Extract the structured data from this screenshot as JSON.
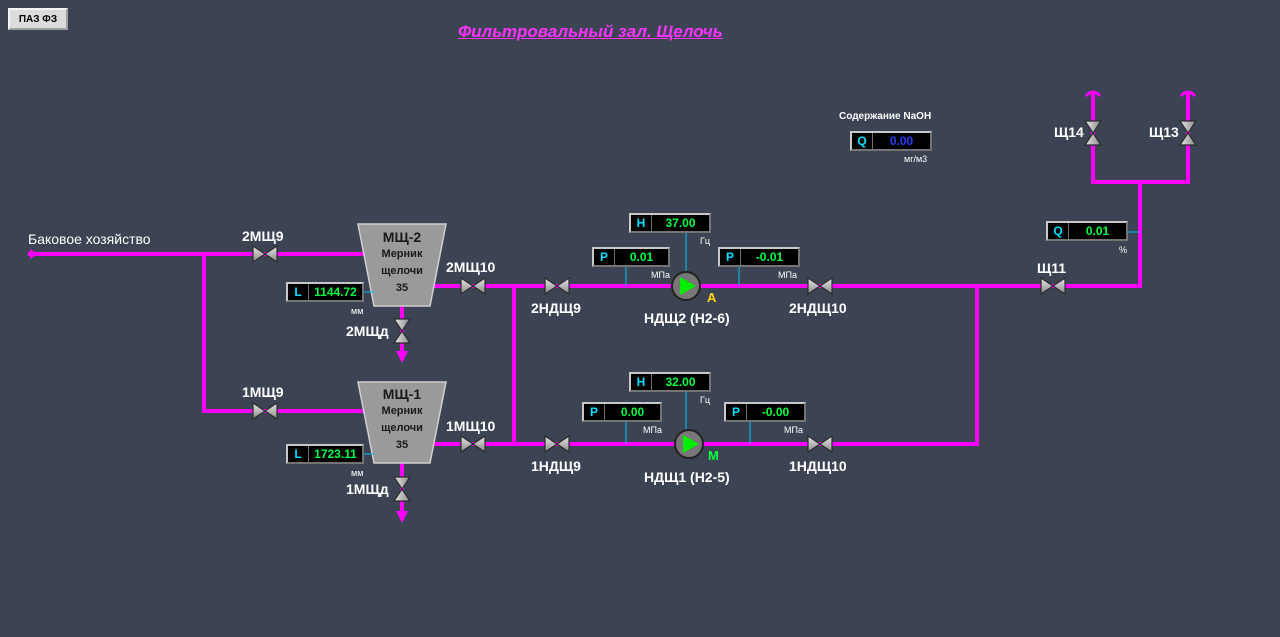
{
  "toolbar": {
    "paz_button": "ПАЗ ФЗ"
  },
  "title": "Фильтровальный зал. Щелочь",
  "source_label": "Баковое хозяйство",
  "naoh": {
    "title": "Содержание NaOH",
    "key": "Q",
    "value": "0.00",
    "unit": "мг/м3"
  },
  "tanks": {
    "t2": {
      "name": "МЩ-2",
      "line1": "Мерник",
      "line2": "щелочи",
      "line3": "35",
      "level_key": "L",
      "level": "1144.72",
      "unit": "мм"
    },
    "t1": {
      "name": "МЩ-1",
      "line1": "Мерник",
      "line2": "щелочи",
      "line3": "35",
      "level_key": "L",
      "level": "1723.11",
      "unit": "мм"
    }
  },
  "pumps": {
    "p2": {
      "name": "НДЩ2 (Н2-6)",
      "mode": "A",
      "mode_color": "#ffd700",
      "h_key": "H",
      "h": "37.00",
      "h_unit": "Гц",
      "p_in_key": "P",
      "p_in": "0.01",
      "p_out_key": "P",
      "p_out": "-0.01",
      "p_unit": "МПа"
    },
    "p1": {
      "name": "НДЩ1 (Н2-5)",
      "mode": "М",
      "mode_color": "#00ff40",
      "h_key": "H",
      "h": "32.00",
      "h_unit": "Гц",
      "p_in_key": "P",
      "p_in": "0.00",
      "p_out_key": "P",
      "p_out": "-0.00",
      "p_unit": "МПа"
    }
  },
  "flow": {
    "key": "Q",
    "value": "0.01",
    "unit": "%"
  },
  "valves": {
    "v_2mshch9": "2МЩ9",
    "v_1mshch9": "1МЩ9",
    "v_2mshch10": "2МЩ10",
    "v_1mshch10": "1МЩ10",
    "v_2mshchd": "2МЩд",
    "v_1mshchd": "1МЩд",
    "v_2ndshch9": "2НДЩ9",
    "v_1ndshch9": "1НДЩ9",
    "v_2ndshch10": "2НДЩ10",
    "v_1ndshch10": "1НДЩ10",
    "v_shch11": "Щ11",
    "v_shch13": "Щ13",
    "v_shch14": "Щ14"
  },
  "colors": {
    "pipe": "#ff00ff",
    "background": "#3c4454",
    "pump_on": "#00ee00",
    "valve": "#b4b4b4",
    "tank": "#9a9a9a"
  }
}
